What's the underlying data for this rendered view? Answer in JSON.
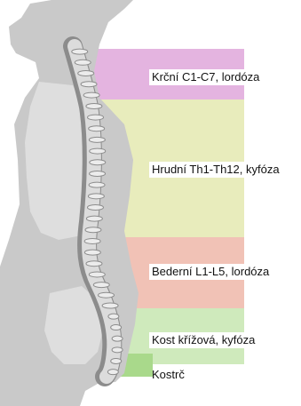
{
  "colors": {
    "background": "#ffffff",
    "silhouette": "#c9c9c9",
    "silhouette_inner": "#dedede",
    "bone": "#dcdcdc",
    "bone_shadow": "#8c8c8c",
    "cervical": "#e4b4e0",
    "thoracic": "#e8ecbc",
    "lumbar": "#f1c2b6",
    "sacrum": "#cfeabc",
    "coccyx": "#a9d98b"
  },
  "regions": [
    {
      "id": "cervical",
      "label": "Krční C1-C7, lordóza"
    },
    {
      "id": "thoracic",
      "label": "Hrudní Th1-Th12, kyfóza"
    },
    {
      "id": "lumbar",
      "label": "Bederní L1-L5, lordóza"
    },
    {
      "id": "sacrum",
      "label": "Kost křížová, kyfóza"
    },
    {
      "id": "coccyx",
      "label": "Kostrč"
    }
  ]
}
